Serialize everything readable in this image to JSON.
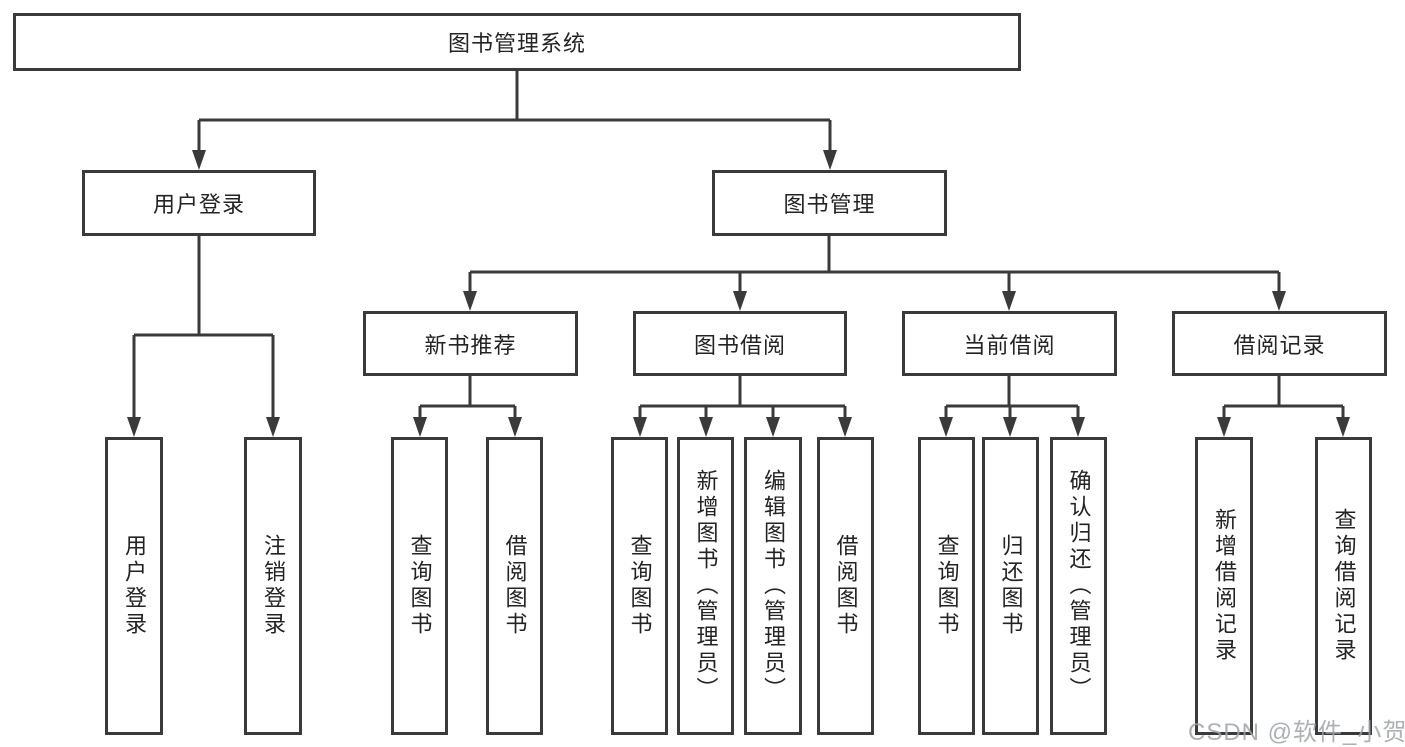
{
  "diagram": {
    "colors": {
      "line": "#3a3a3a",
      "box_border": "#3a3a3a",
      "text": "#232323",
      "background": "#ffffff",
      "watermark": "#9fa3ab"
    },
    "watermark": {
      "text": "CSDN @软件_小贺同学"
    }
  },
  "tree": {
    "label": "图书管理系统",
    "children": [
      {
        "label": "用户登录",
        "children": [
          {
            "label": "用户登录"
          },
          {
            "label": "注销登录"
          }
        ]
      },
      {
        "label": "图书管理",
        "children": [
          {
            "label": "新书推荐",
            "children": [
              {
                "label": "查询图书"
              },
              {
                "label": "借阅图书"
              }
            ]
          },
          {
            "label": "图书借阅",
            "children": [
              {
                "label": "查询图书"
              },
              {
                "label": "新增图书（管理员）"
              },
              {
                "label": "编辑图书（管理员）"
              },
              {
                "label": "借阅图书"
              }
            ]
          },
          {
            "label": "当前借阅",
            "children": [
              {
                "label": "查询图书"
              },
              {
                "label": "归还图书"
              },
              {
                "label": "确认归还（管理员）"
              }
            ]
          },
          {
            "label": "借阅记录",
            "children": [
              {
                "label": "新增借阅记录"
              },
              {
                "label": "查询借阅记录"
              }
            ]
          }
        ]
      }
    ]
  }
}
